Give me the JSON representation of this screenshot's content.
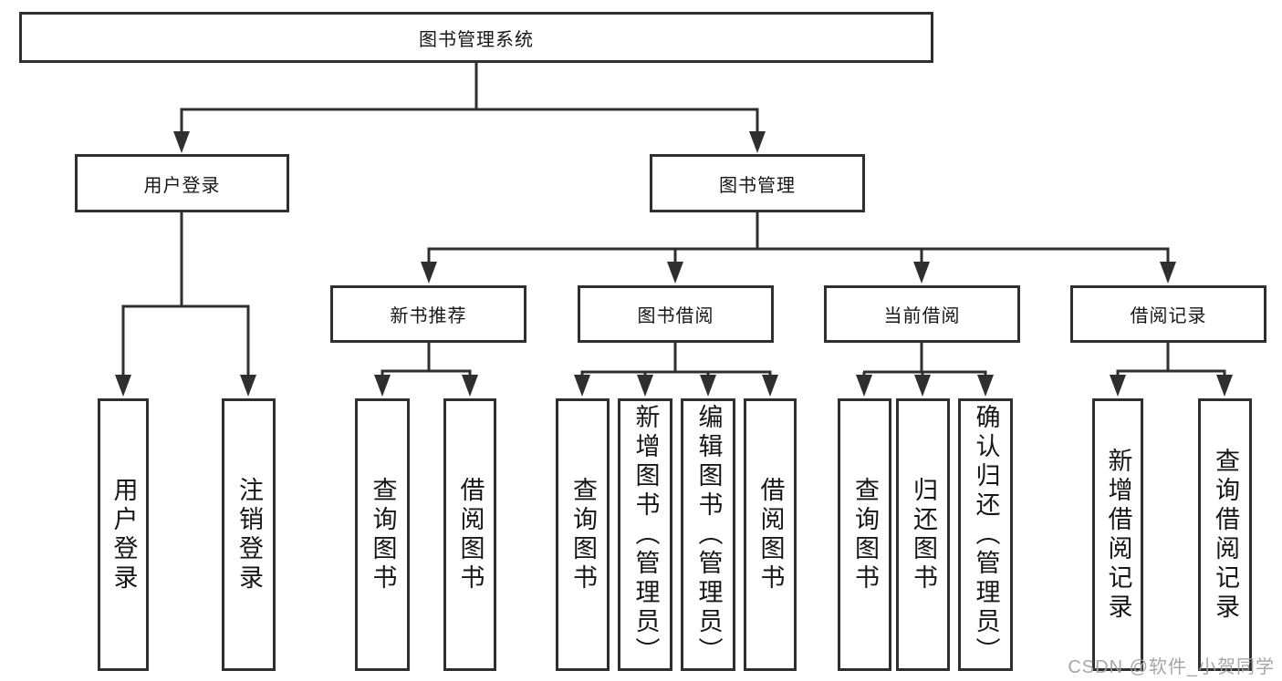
{
  "title": "图书管理系统",
  "level2": {
    "user_login": "用户登录",
    "book_management": "图书管理"
  },
  "level3": {
    "new_book_recommend": "新书推荐",
    "book_borrowing": "图书借阅",
    "current_borrowing": "当前借阅",
    "borrowing_records": "借阅记录"
  },
  "leaves": {
    "user_login": [
      "用户登录",
      "注销登录"
    ],
    "new_book_recommend": [
      "查询图书",
      "借阅图书"
    ],
    "book_borrowing": [
      "查询图书",
      "新增图书（管理员）",
      "编辑图书（管理员）",
      "借阅图书"
    ],
    "current_borrowing": [
      "查询图书",
      "归还图书",
      "确认归还（管理员）"
    ],
    "borrowing_records": [
      "新增借阅记录",
      "查询借阅记录"
    ]
  },
  "watermark": "CSDN @软件_小贺同学",
  "colors": {
    "line": "#2f2f2f",
    "text": "#161616",
    "background": "#ffffff",
    "watermark": "#9e9e9e"
  }
}
